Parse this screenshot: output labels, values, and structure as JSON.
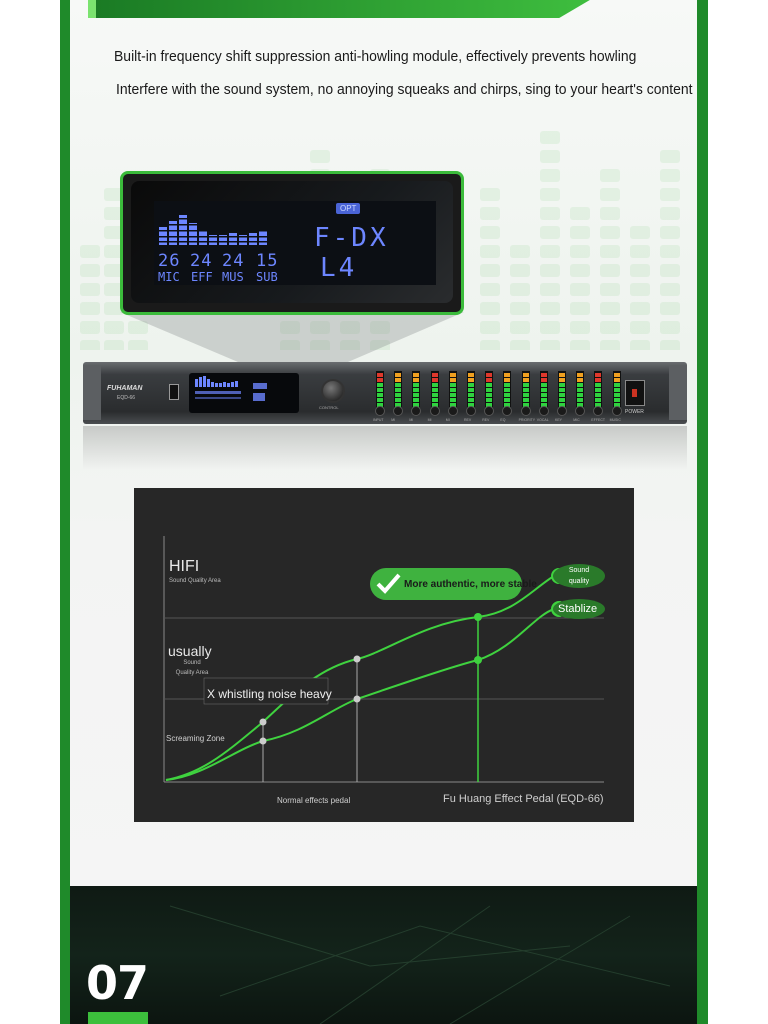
{
  "feature": {
    "line1": "Built-in frequency shift suppression anti-howling module, effectively prevents howling",
    "line2": "Interfere with the sound system, no annoying squeaks and chirps, sing to your heart's content"
  },
  "display": {
    "opt_badge": "OPT",
    "numbers": [
      "26",
      "24",
      "24",
      "15"
    ],
    "labels": [
      "MIC",
      "EFF",
      "MUS",
      "SUB"
    ],
    "mode_top": "F-DX",
    "mode_bottom": "L4"
  },
  "device": {
    "brand": "FUHAMAN",
    "model": "EQD-66",
    "knob_label": "CONTROL",
    "power_label": "POWER",
    "channel_labels": [
      "INPUT",
      "MI",
      "MI",
      "MI",
      "MI",
      "REV",
      "REV",
      "EQ",
      "PRIORITY",
      "VOCAL",
      "KEY",
      "MIC",
      "EFFECT",
      "MUSIC"
    ]
  },
  "chart_data": {
    "type": "line",
    "zones": {
      "top": "HIFI",
      "top_sub": "Sound Quality Area",
      "middle": "usually",
      "middle_sub": "Sound Quality Area",
      "bottom": "Screaming Zone"
    },
    "callouts": {
      "authentic": "More authentic, more stable",
      "sound_quality": "Sound quality",
      "stablize": "Stablize",
      "whistling": "X whistling noise heavy"
    },
    "x_labels": {
      "normal": "Normal effects pedal",
      "fuhuang": "Fu Huang Effect Pedal (EQD-66)"
    },
    "colors": {
      "line": "#3fd23f",
      "bg": "#272727",
      "marker": "#cccccc"
    }
  },
  "section": {
    "number": "07"
  }
}
